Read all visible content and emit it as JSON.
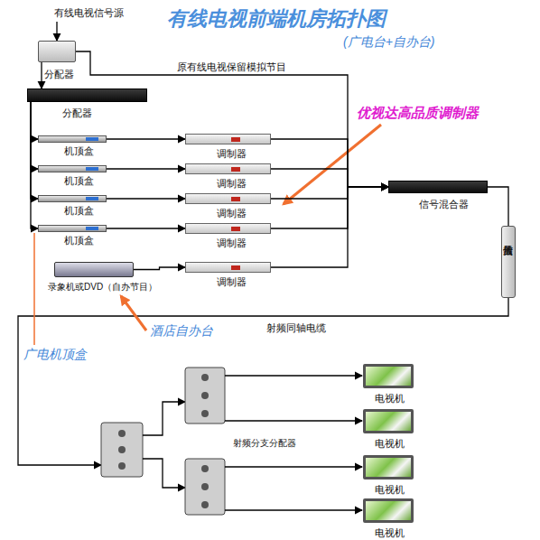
{
  "diagram": {
    "title": "有线电视前端机房拓扑图",
    "nodes": [
      {
        "text": [
          "有线电视信号源"
        ]
      },
      {
        "text": [
          "分配器"
        ]
      },
      {
        "text": [
          "分配器"
        ]
      },
      {
        "text": [
          "机顶盒"
        ]
      },
      {
        "text": [
          "机顶盒"
        ]
      },
      {
        "text": [
          "机顶盒"
        ]
      },
      {
        "text": [
          "机顶盒"
        ]
      },
      {
        "text": [
          "录象机或DVD（自办节目）"
        ]
      },
      {
        "text": [
          "调制器"
        ]
      },
      {
        "text": [
          "调制器"
        ]
      },
      {
        "text": [
          "调制器"
        ]
      },
      {
        "text": [
          "调制器"
        ]
      },
      {
        "text": [
          "调制器"
        ]
      },
      {
        "text": [
          "信号混合器"
        ]
      },
      {
        "text": [
          "信号放大器"
        ]
      },
      {
        "text": [
          "电视机"
        ]
      },
      {
        "text": [
          "电视机"
        ]
      },
      {
        "text": [
          "电视机"
        ]
      },
      {
        "text": [
          "电视机"
        ]
      }
    ],
    "edges": [
      {
        "from": 0,
        "to": 1,
        "arrow": "to"
      },
      {
        "from": 1,
        "to": 2,
        "arrow": "to"
      },
      {
        "from": 1,
        "to": 13,
        "label": "原有线电视保留模拟节目",
        "arrow": "to"
      },
      {
        "from": 2,
        "to": 3,
        "arrow": "to"
      },
      {
        "from": 2,
        "to": 4,
        "arrow": "to"
      },
      {
        "from": 2,
        "to": 5,
        "arrow": "to"
      },
      {
        "from": 2,
        "to": 6,
        "arrow": "to"
      },
      {
        "from": 3,
        "to": 8,
        "arrow": "to"
      },
      {
        "from": 4,
        "to": 9,
        "arrow": "to"
      },
      {
        "from": 5,
        "to": 10,
        "arrow": "to"
      },
      {
        "from": 6,
        "to": 11,
        "arrow": "to"
      },
      {
        "from": 7,
        "to": 12,
        "arrow": "to"
      },
      {
        "from": 8,
        "to": 13,
        "arrow": "to"
      },
      {
        "from": 9,
        "to": 13,
        "arrow": "to"
      },
      {
        "from": 10,
        "to": 13,
        "arrow": "to"
      },
      {
        "from": 11,
        "to": 13,
        "arrow": "to"
      },
      {
        "from": 12,
        "to": 13,
        "arrow": "to"
      },
      {
        "from": 13,
        "to": 14,
        "arrow": "none"
      }
    ],
    "labels": [
      "(广电台+自办台)",
      "优视达高品质调制器",
      "酒店自办台",
      "广电机顶盒",
      "射频同轴电缆",
      "射频分支分配器"
    ]
  }
}
